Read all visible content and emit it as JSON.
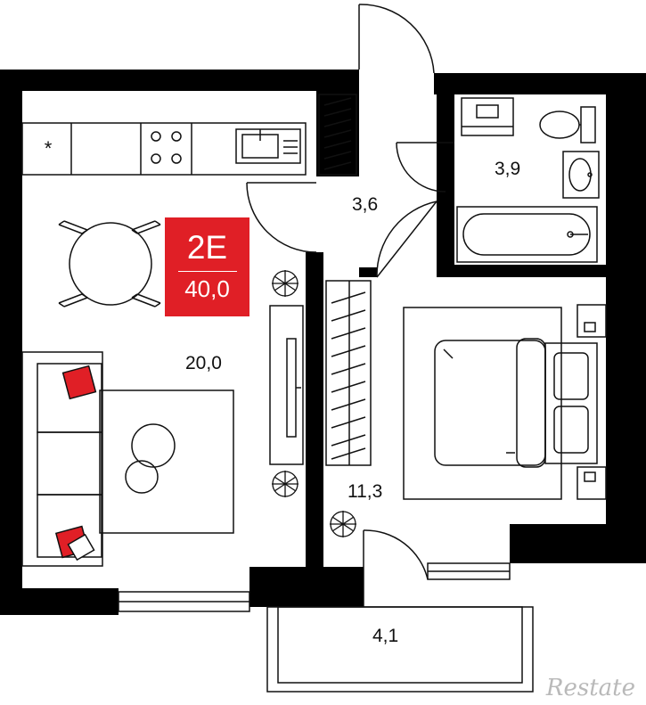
{
  "apartment": {
    "code": "2E",
    "total_area": "40,0"
  },
  "rooms": [
    {
      "id": "living-room",
      "area": "20,0"
    },
    {
      "id": "hallway",
      "area": "3,6"
    },
    {
      "id": "bathroom",
      "area": "3,9"
    },
    {
      "id": "bedroom",
      "area": "11,3"
    },
    {
      "id": "balcony",
      "area": "4,1"
    }
  ],
  "watermark": "Restate",
  "colors": {
    "wall": "#000000",
    "accent": "#e01f26",
    "line": "#111111"
  },
  "icons": [
    "sofa-icon",
    "dining-table-icon",
    "stove-icon",
    "sink-icon",
    "fridge-icon",
    "wardrobe-icon",
    "bathtub-icon",
    "toilet-icon",
    "washbasin-icon",
    "washing-machine-icon",
    "bed-icon",
    "plant-icon",
    "tv-icon",
    "door-icon",
    "window-icon"
  ]
}
